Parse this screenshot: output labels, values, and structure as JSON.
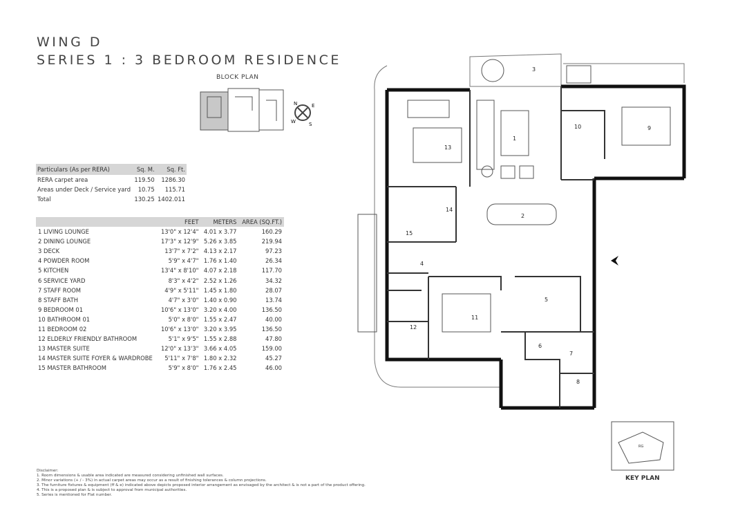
{
  "header": {
    "title_line1": "WING D",
    "title_line2": "SERIES 1 : 3 BEDROOM RESIDENCE",
    "block_plan_label": "BLOCK PLAN"
  },
  "area_table": {
    "headers": [
      "Particulars (As per RERA)",
      "Sq. M.",
      "Sq. Ft."
    ],
    "rows": [
      [
        "RERA carpet area",
        "119.50",
        "1286.30"
      ],
      [
        "Areas under Deck / Service yard",
        "10.75",
        "115.71"
      ],
      [
        "Total",
        "130.25",
        "1402.011"
      ]
    ]
  },
  "room_table": {
    "headers": [
      "",
      "FEET",
      "METERS",
      "AREA (SQ.FT.)"
    ],
    "rows": [
      [
        "1 LIVING LOUNGE",
        "13'0\" x 12'4\"",
        "4.01 x 3.77",
        "160.29"
      ],
      [
        "2 DINING LOUNGE",
        "17'3\" x 12'9\"",
        "5.26 x 3.85",
        "219.94"
      ],
      [
        "3 DECK",
        "13'7\" x 7'2\"",
        "4.13 x 2.17",
        "97.23"
      ],
      [
        "4 POWDER ROOM",
        "5'9\" x 4'7\"",
        "1.76 x 1.40",
        "26.34"
      ],
      [
        "5 KITCHEN",
        "13'4\" x 8'10\"",
        "4.07 x 2.18",
        "117.70"
      ],
      [
        "6 SERVICE YARD",
        "8'3\" x 4'2\"",
        "2.52 x 1.26",
        "34.32"
      ],
      [
        "7 STAFF ROOM",
        "4'9\" x 5'11\"",
        "1.45 x 1.80",
        "28.07"
      ],
      [
        "8 STAFF BATH",
        "4'7\" x 3'0\"",
        "1.40 x 0.90",
        "13.74"
      ],
      [
        "9 BEDROOM 01",
        "10'6\" x 13'0\"",
        "3.20 x 4.00",
        "136.50"
      ],
      [
        "10 BATHROOM 01",
        "5'0\" x 8'0\"",
        "1.55 x 2.47",
        "40.00"
      ],
      [
        "11 BEDROOM 02",
        "10'6\" x 13'0\"",
        "3.20 x 3.95",
        "136.50"
      ],
      [
        "12 ELDERLY FRIENDLY BATHROOM",
        "5'1\" x 9'5\"",
        "1.55 x 2.88",
        "47.80"
      ],
      [
        "13 MASTER SUITE",
        "12'0\" x 13'3\"",
        "3.66 x 4.05",
        "159.00"
      ],
      [
        "14 MASTER SUITE FOYER & WARDROBE",
        "5'11\" x 7'8\"",
        "1.80 x 2.32",
        "45.27"
      ],
      [
        "15 MASTER BATHROOM",
        "5'9\" x 8'0\"",
        "1.76 x 2.45",
        "46.00"
      ]
    ]
  },
  "plan": {
    "room_numbers": [
      "1",
      "2",
      "3",
      "4",
      "5",
      "6",
      "7",
      "8",
      "9",
      "10",
      "11",
      "12",
      "13",
      "14",
      "15"
    ],
    "compass_letters": [
      "N",
      "E",
      "S",
      "W"
    ],
    "keyplan_tag": "RG"
  },
  "disclaimer": {
    "title": "Disclaimer:",
    "lines": [
      "1. Room dimensions & usable area indicated are measured considering unfinished wall surfaces.",
      "2. Minor variations (+ / - 3%) in actual carpet areas may occur as a result of finishing tolerances & column projections.",
      "3. The furniture fixtures & equipment (ff & e) indicated above depicts proposed interior arrangement as envisaged by the architect & is not a part of the product offering.",
      "4. This is a proposed plan & is subject to approval from municipal authorities.",
      "5. Series is mentioned for Flat number."
    ]
  },
  "key_plan_label": "KEY PLAN"
}
